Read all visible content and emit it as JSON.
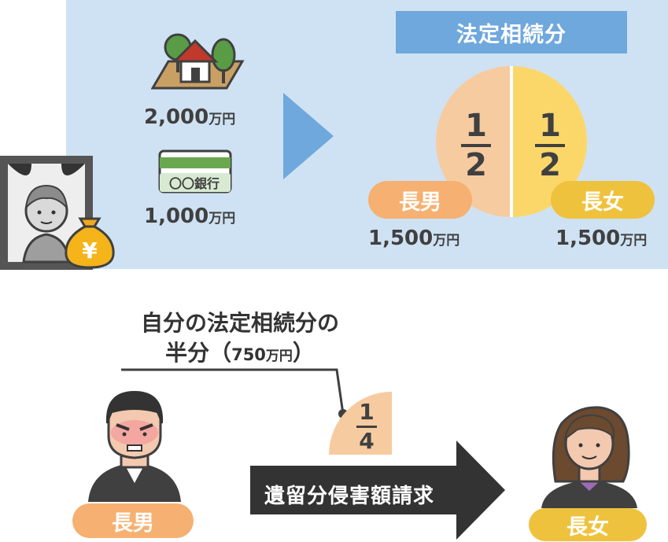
{
  "assets": {
    "property_amount": "2,000",
    "bank_amount": "1,000",
    "unit": "万円",
    "bank_label": "〇〇銀行"
  },
  "legal_share": {
    "title": "法定相続分",
    "left_fraction": {
      "num": "1",
      "den": "2"
    },
    "right_fraction": {
      "num": "1",
      "den": "2"
    },
    "heir_left": {
      "label": "長男",
      "amount": "1,500",
      "unit": "万円"
    },
    "heir_right": {
      "label": "長女",
      "amount": "1,500",
      "unit": "万円"
    }
  },
  "claim": {
    "callout_line1": "自分の法定相続分の",
    "callout_line2_prefix": "半分（",
    "callout_amount": "750",
    "callout_unit": "万円",
    "callout_suffix": "）",
    "fraction": {
      "num": "1",
      "den": "4"
    },
    "arrow_label": "遺留分侵害額請求",
    "claimant_label": "長男",
    "recipient_label": "長女"
  },
  "colors": {
    "panel_bg": "#cfe2f3",
    "title_bg": "#6fa8dc",
    "orange": "#f6b071",
    "pie_left": "#f7cba0",
    "pie_right": "#fbd76a",
    "yellow": "#efc23d",
    "arrow_dark": "#333333"
  },
  "icons": [
    "house-icon",
    "bankbook-icon",
    "memorial-portrait-icon",
    "money-bag-icon",
    "angry-man-icon",
    "woman-icon",
    "play-arrow-icon"
  ]
}
